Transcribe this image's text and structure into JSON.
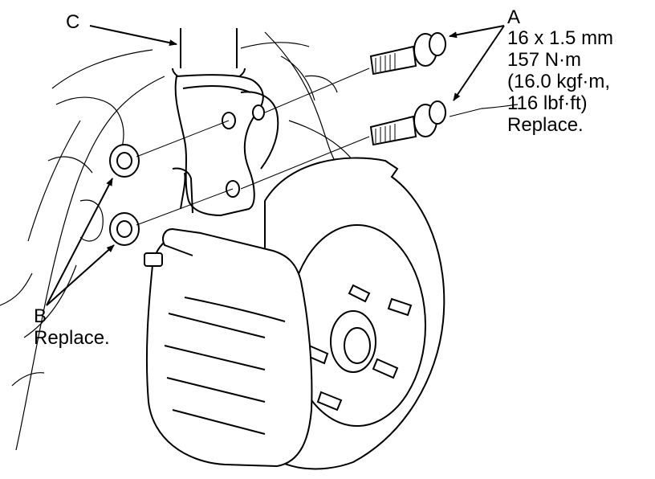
{
  "callouts": {
    "a": {
      "letter": "A",
      "lines": [
        "16 x 1.5 mm",
        "157 N·m",
        "(16.0 kgf·m,",
        "116 lbf·ft)",
        "Replace."
      ]
    },
    "b": {
      "letter": "B",
      "note": "Replace."
    },
    "c": {
      "letter": "C"
    }
  },
  "colors": {
    "ink": "#000000",
    "paper": "#ffffff"
  }
}
